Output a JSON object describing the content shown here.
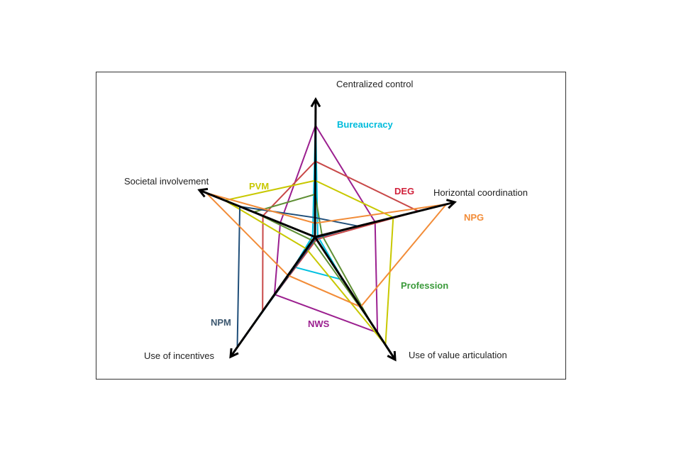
{
  "chart_data": {
    "type": "radar",
    "axes": [
      "Centralized control",
      "Horizontal coordination",
      "Use of value articulation",
      "Use of incentives",
      "Societal involvement"
    ],
    "range": [
      0,
      1
    ],
    "series": [
      {
        "name": "Bureaucracy",
        "color": "#00c0e0",
        "label_color": "#00bcdc",
        "values": [
          0.86,
          0.02,
          0.35,
          0.25,
          0.02
        ]
      },
      {
        "name": "NWS",
        "color": "#9b1f8f",
        "label_color": "#9b1f8f",
        "values": [
          0.81,
          0.43,
          0.78,
          0.48,
          0.3
        ]
      },
      {
        "name": "DEG",
        "color": "#c84848",
        "label_color": "#d0203a",
        "values": [
          0.55,
          0.74,
          0.02,
          0.62,
          0.45
        ]
      },
      {
        "name": "PVM",
        "color": "#c8c800",
        "label_color": "#c8c800",
        "values": [
          0.41,
          0.56,
          0.88,
          0.1,
          0.78
        ]
      },
      {
        "name": "Profession",
        "color": "#5f8f35",
        "label_color": "#3a9a3a",
        "values": [
          0.31,
          0.05,
          0.69,
          0.03,
          0.53
        ]
      },
      {
        "name": "NPM",
        "color": "#1f4e79",
        "label_color": "#3d5870",
        "values": [
          0.14,
          0.31,
          0.01,
          0.92,
          0.65
        ]
      },
      {
        "name": "NPG",
        "color": "#f28c38",
        "label_color": "#f28c38",
        "values": [
          0.1,
          0.94,
          0.57,
          0.32,
          0.94
        ]
      }
    ]
  }
}
